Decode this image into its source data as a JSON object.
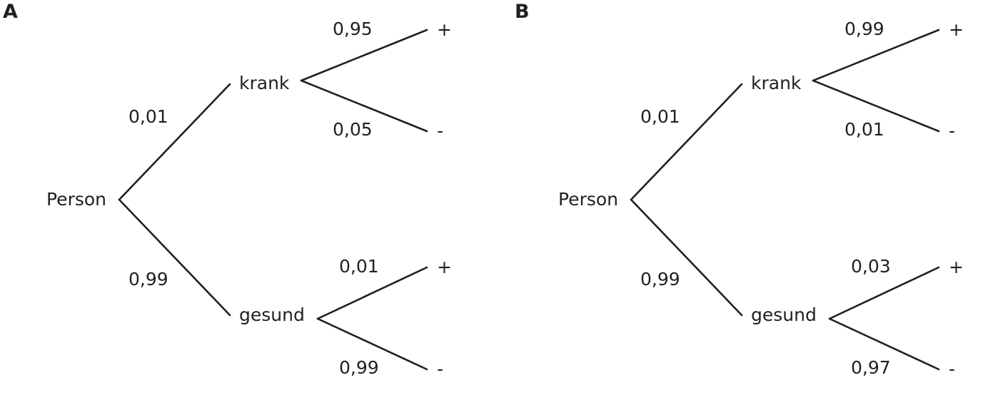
{
  "panels": [
    {
      "letter": "A",
      "root": "Person",
      "branches": [
        {
          "label": "krank",
          "prob": "0,01",
          "outcomes": [
            {
              "label": "+",
              "prob": "0,95"
            },
            {
              "label": "-",
              "prob": "0,05"
            }
          ]
        },
        {
          "label": "gesund",
          "prob": "0,99",
          "outcomes": [
            {
              "label": "+",
              "prob": "0,01"
            },
            {
              "label": "-",
              "prob": "0,99"
            }
          ]
        }
      ]
    },
    {
      "letter": "B",
      "root": "Person",
      "branches": [
        {
          "label": "krank",
          "prob": "0,01",
          "outcomes": [
            {
              "label": "+",
              "prob": "0,99"
            },
            {
              "label": "-",
              "prob": "0,01"
            }
          ]
        },
        {
          "label": "gesund",
          "prob": "0,99",
          "outcomes": [
            {
              "label": "+",
              "prob": "0,03"
            },
            {
              "label": "-",
              "prob": "0,97"
            }
          ]
        }
      ]
    }
  ]
}
